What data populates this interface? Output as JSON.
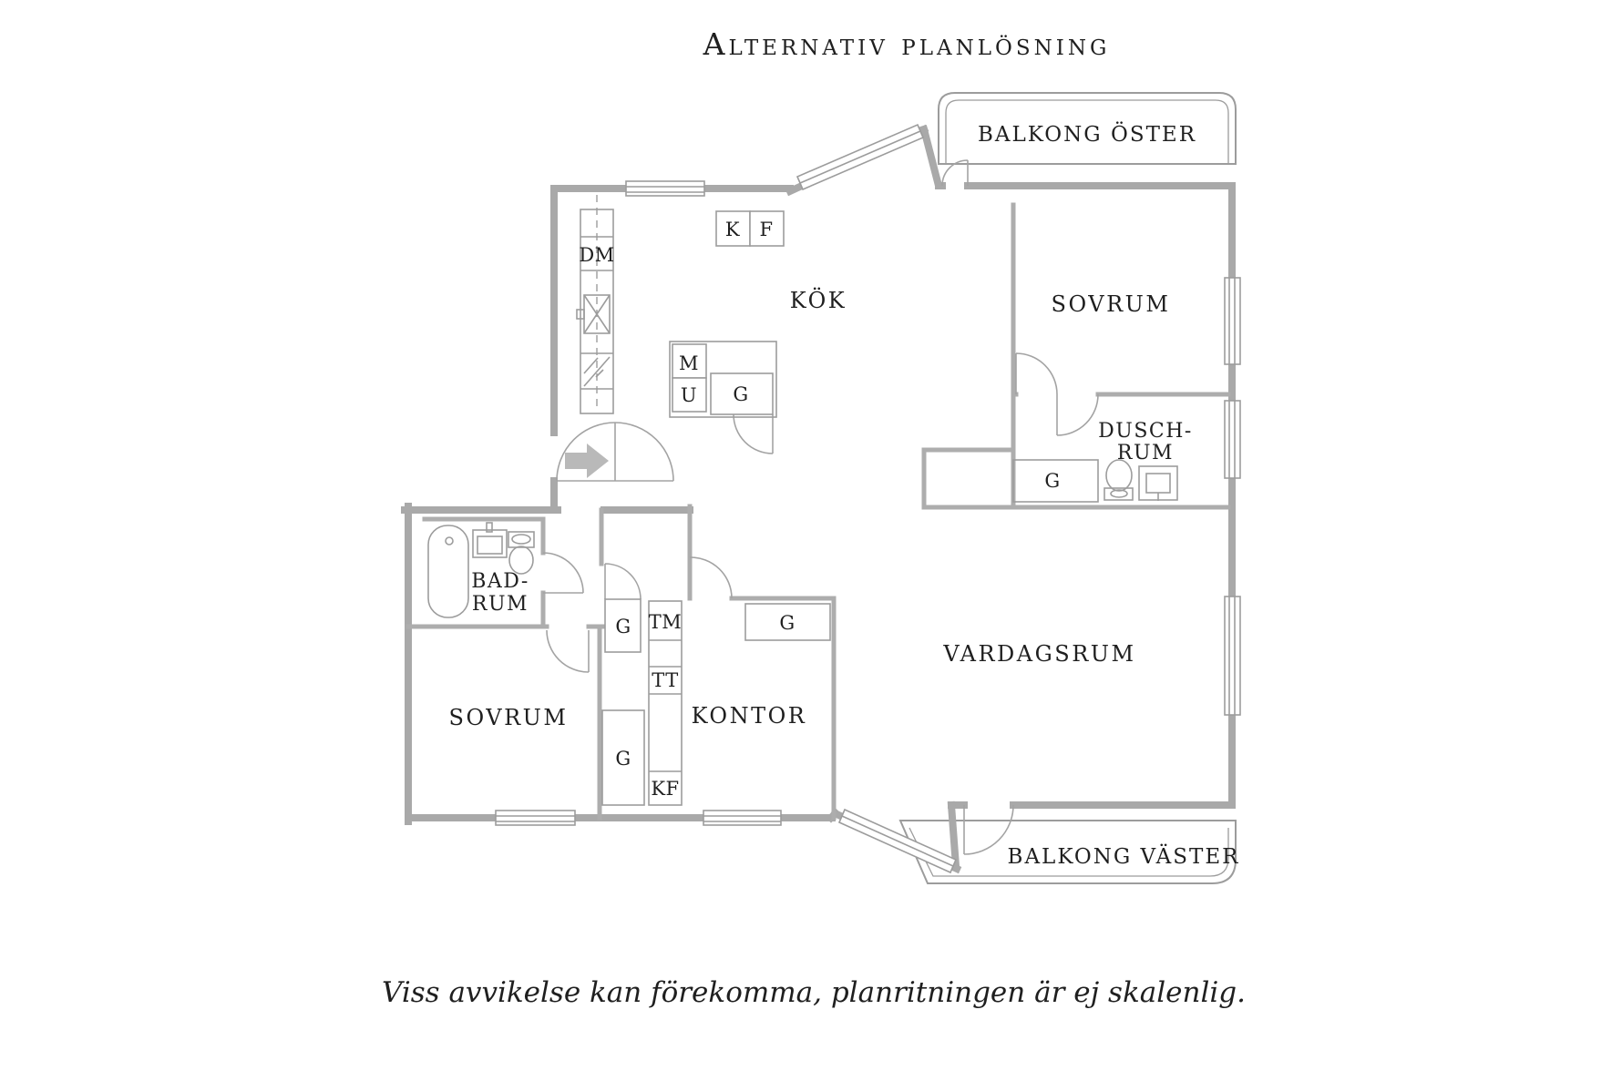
{
  "title": "Alternativ planlösning",
  "footer": "Viss avvikelse kan förekomma, planritningen är ej skalenlig.",
  "colors": {
    "wall": "#adadad",
    "fixture": "#9c9c9c",
    "text": "#1f1f1f",
    "arrow": "#b9b9b9"
  },
  "rooms": {
    "kok": "KÖK",
    "sovrum": "SOVRUM",
    "dusch_line1": "DUSCH-",
    "dusch_line2": "RUM",
    "bad_line1": "BAD-",
    "bad_line2": "RUM",
    "vardagsrum": "VARDAGSRUM",
    "kontor": "KONTOR",
    "balkong_oster": "BALKONG ÖSTER",
    "balkong_vaster": "BALKONG VÄSTER"
  },
  "appliances": {
    "dm": "DM",
    "k": "K",
    "f": "F",
    "m": "M",
    "u": "U",
    "g": "G",
    "tm": "TM",
    "tt": "TT",
    "kf": "KF"
  }
}
